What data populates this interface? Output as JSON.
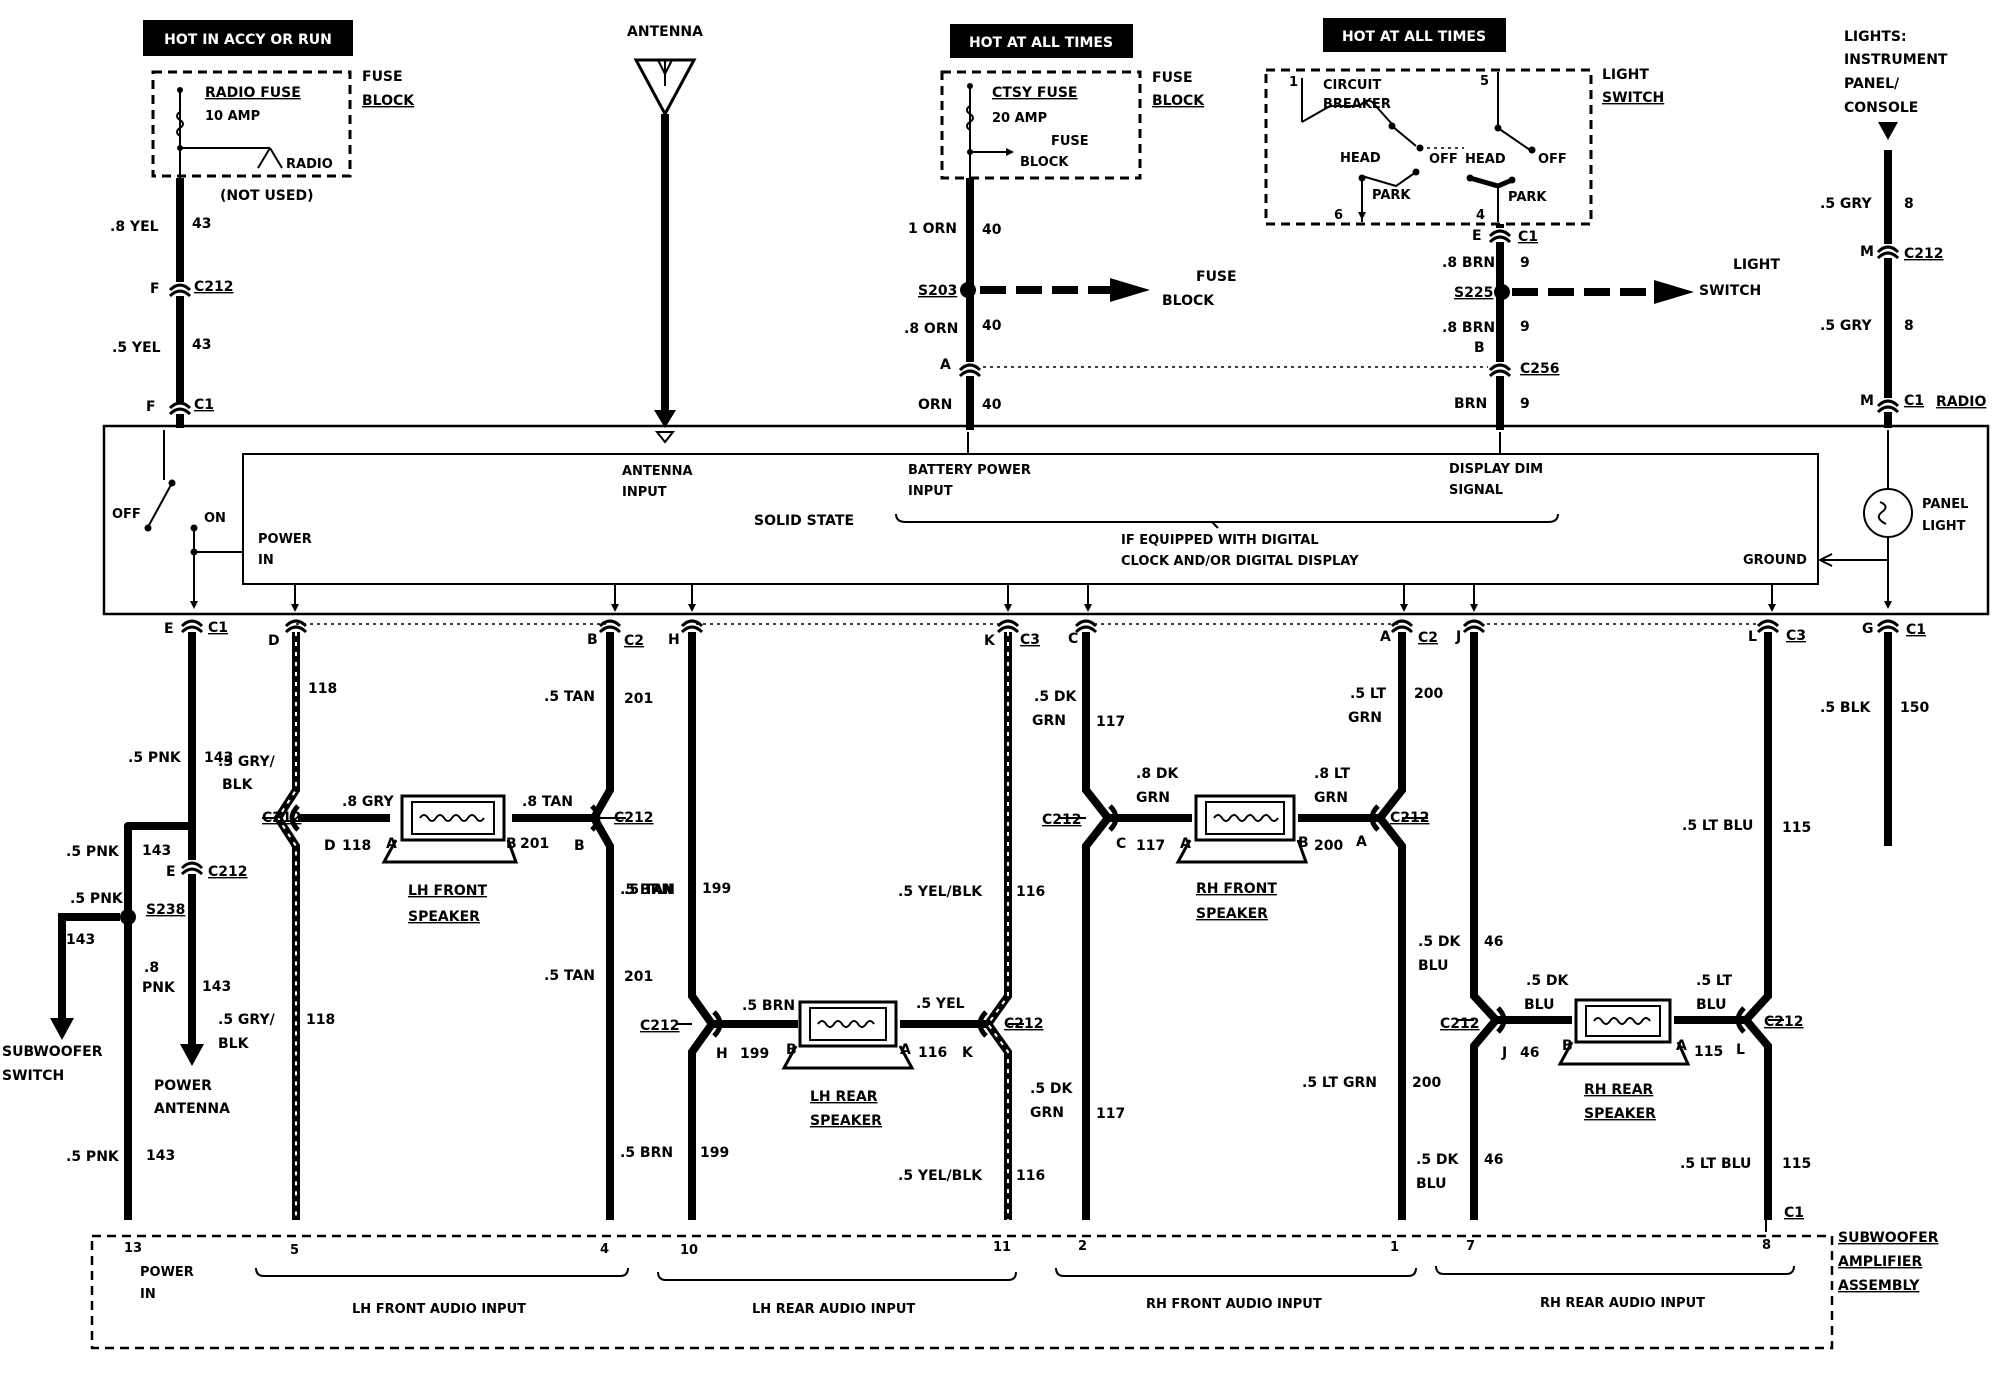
{
  "banners": {
    "radio_fuse": "HOT IN ACCY OR RUN",
    "ctsy_fuse": "HOT AT ALL TIMES",
    "light_switch": "HOT AT ALL TIMES"
  },
  "fuse_block_1": {
    "label_line1": "FUSE",
    "label_line2": "BLOCK",
    "fuse_name": "RADIO FUSE",
    "rating": "10 AMP",
    "radio_tap": "RADIO",
    "not_used": "(NOT USED)"
  },
  "fuse_block_2": {
    "label_line1": "FUSE",
    "label_line2": "BLOCK",
    "fuse_name": "CTSY FUSE",
    "rating": "20 AMP",
    "tap_line1": "FUSE",
    "tap_line2": "BLOCK"
  },
  "antenna": {
    "label": "ANTENNA",
    "input_line1": "ANTENNA",
    "input_line2": "INPUT"
  },
  "light_switch": {
    "label_line1": "LIGHT",
    "label_line2": "SWITCH",
    "circuit_breaker_1": "CIRCUIT",
    "circuit_breaker_2": "BREAKER",
    "head_left": "HEAD",
    "off_left": "OFF",
    "park_left": "PARK",
    "head_right": "HEAD",
    "off_right": "OFF",
    "park_right": "PARK",
    "pin1": "1",
    "pin5": "5",
    "pin6": "6",
    "pin4": "4"
  },
  "lights_feed": {
    "line1": "LIGHTS:",
    "line2": "INSTRUMENT",
    "line3": "PANEL/",
    "line4": "CONSOLE"
  },
  "left_feed": {
    "wire1": ".8 YEL",
    "ckt1": "43",
    "c212_pin": "F",
    "c212": "C212",
    "wire2": ".5 YEL",
    "ckt2": "43",
    "c1_pin": "F",
    "c1": "C1"
  },
  "battery_feed": {
    "wire1": "1 ORN",
    "ckt1": "40",
    "splice": "S203",
    "branch_line1": "FUSE",
    "branch_line2": "BLOCK",
    "wire2": ".8 ORN",
    "ckt2": "40",
    "c256_pin": "A",
    "wire3": "ORN",
    "ckt3": "40"
  },
  "dim_feed": {
    "c1_pin": "E",
    "c1": "C1",
    "wire1": ".8 BRN",
    "ckt1": "9",
    "splice": "S225",
    "branch_line1": "LIGHT",
    "branch_line2": "SWITCH",
    "wire2": ".8 BRN",
    "ckt2": "9",
    "c256_pin": "B",
    "c256": "C256",
    "wire3": "BRN",
    "ckt3": "9"
  },
  "panel_feed": {
    "wire1": ".5 GRY",
    "ckt1": "8",
    "c212_pin": "M",
    "c212": "C212",
    "wire2": ".5 GRY",
    "ckt2": "8",
    "c1_pin": "M",
    "c1": "C1",
    "radio": "RADIO"
  },
  "radio": {
    "off": "OFF",
    "on": "ON",
    "power_in_1": "POWER",
    "power_in_2": "IN",
    "solid_state": "SOLID STATE",
    "battery_1": "BATTERY POWER",
    "battery_2": "INPUT",
    "dim_1": "DISPLAY DIM",
    "dim_2": "SIGNAL",
    "digital_1": "IF EQUIPPED WITH DIGITAL",
    "digital_2": "CLOCK AND/OR DIGITAL DISPLAY",
    "ground": "GROUND",
    "panel_light_1": "PANEL",
    "panel_light_2": "LIGHT"
  },
  "output_pins": {
    "E": "E",
    "c1_left": "C1",
    "D": "D",
    "B": "B",
    "c2_left": "C2",
    "H": "H",
    "K": "K",
    "c3_left": "C3",
    "C": "C",
    "A": "A",
    "c2_right": "C2",
    "J": "J",
    "L": "L",
    "c3_right": "C3",
    "G": "G",
    "c1_right": "C1"
  },
  "power_antenna_branch": {
    "wire1": ".5 PNK",
    "ckt1": "143",
    "wire_left": ".5 PNK",
    "ckt_left": "143",
    "c212_pin": "E",
    "c212": "C212",
    "splice": "S238",
    "wire_sub": ".5 PNK",
    "ckt_sub": "143",
    "wire_ant_1": ".8",
    "wire_ant_2": "PNK",
    "ckt_ant": "143",
    "sub_line1": "SUBWOOFER",
    "sub_line2": "SWITCH",
    "ant_line1": "POWER",
    "ant_line2": "ANTENNA",
    "wire_bot": ".5 PNK",
    "ckt_bot": "143"
  },
  "lh_front": {
    "wire_top_l1": ".5 GRY/",
    "wire_top_l2": "BLK",
    "ckt_top_l": "118",
    "wire_top_r": ".5 TAN",
    "ckt_top_r": "201",
    "c212_l": "C212",
    "c212_r": "C212",
    "lead_l": ".8 GRY",
    "lead_r": ".8 TAN",
    "pin_l": "D",
    "ckt_l": "118",
    "spk_l": "A",
    "spk_r": "B",
    "ckt_r": "201",
    "pin_r": "B",
    "name_1": "LH FRONT",
    "name_2": "SPEAKER",
    "wire_mid_r": ".5 TAN",
    "ckt_mid_r": "201",
    "wire_bot_l1": ".5 GRY/",
    "wire_bot_l2": "BLK",
    "ckt_bot_l": "118"
  },
  "lh_rear": {
    "wire_top_l": ".5 BRN",
    "ckt_top_l": "199",
    "wire_top_r": ".5 YEL/BLK",
    "ckt_top_r": "116",
    "c212_l": "C212",
    "c212_r": "C212",
    "lead_l": ".5 BRN",
    "lead_r": ".5 YEL",
    "pin_l": "H",
    "ckt_l": "199",
    "spk_l": "B",
    "spk_r": "A",
    "ckt_r": "116",
    "pin_r": "K",
    "name_1": "LH REAR",
    "name_2": "SPEAKER",
    "wire_bot_l": ".5 BRN",
    "ckt_bot_l": "199",
    "wire_bot_r": ".5 YEL/BLK",
    "ckt_bot_r": "116"
  },
  "rh_front": {
    "wire_top_l1": ".5 DK",
    "wire_top_l2": "GRN",
    "ckt_top_l": "117",
    "wire_top_r1": ".5 LT",
    "wire_top_r2": "GRN",
    "ckt_top_r": "200",
    "c212_l": "C212",
    "c212_r": "C212",
    "lead_l1": ".8 DK",
    "lead_l2": "GRN",
    "lead_r1": ".8 LT",
    "lead_r2": "GRN",
    "pin_l": "C",
    "ckt_l": "117",
    "spk_l": "A",
    "spk_r": "B",
    "ckt_r": "200",
    "pin_r": "A",
    "name_1": "RH FRONT",
    "name_2": "SPEAKER",
    "wire_bot_l1": ".5 DK",
    "wire_bot_l2": "GRN",
    "ckt_bot_l": "117",
    "wire_bot_r": ".5 LT GRN",
    "ckt_bot_r": "200"
  },
  "rh_rear": {
    "wire_top_l1": ".5 DK",
    "wire_top_l2": "BLU",
    "ckt_top_l": "46",
    "wire_top_r": ".5 LT BLU",
    "ckt_top_r": "115",
    "c212_l": "C212",
    "c212_r": "C212",
    "lead_l1": ".5 DK",
    "lead_l2": "BLU",
    "lead_r1": ".5 LT",
    "lead_r2": "BLU",
    "pin_l": "J",
    "ckt_l": "46",
    "spk_l": "B",
    "spk_r": "A",
    "ckt_r": "115",
    "pin_r": "L",
    "name_1": "RH REAR",
    "name_2": "SPEAKER",
    "wire_bot_l1": ".5 DK",
    "wire_bot_l2": "BLU",
    "ckt_bot_l": "46",
    "wire_bot_r": ".5 LT BLU",
    "ckt_bot_r": "115"
  },
  "ground": {
    "wire": ".5 BLK",
    "ckt": "150"
  },
  "amplifier": {
    "label_1": "SUBWOOFER",
    "label_2": "AMPLIFIER",
    "label_3": "ASSEMBLY",
    "c1": "C1",
    "pin13": "13",
    "power_1": "POWER",
    "power_2": "IN",
    "pin5": "5",
    "pin4": "4",
    "pin10": "10",
    "pin11": "11",
    "pin2": "2",
    "pin1": "1",
    "pin7": "7",
    "pin8": "8",
    "lh_front_input": "LH FRONT AUDIO INPUT",
    "lh_rear_input": "LH REAR AUDIO INPUT",
    "rh_front_input": "RH FRONT AUDIO INPUT",
    "rh_rear_input": "RH REAR AUDIO INPUT"
  }
}
